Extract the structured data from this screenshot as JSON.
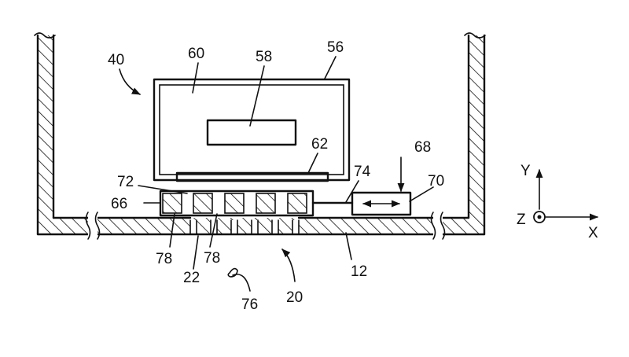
{
  "labels": {
    "l40": "40",
    "l60": "60",
    "l58": "58",
    "l56": "56",
    "l62": "62",
    "l72": "72",
    "l74": "74",
    "l68": "68",
    "l70": "70",
    "l66": "66",
    "l78a": "78",
    "l78b": "78",
    "l22": "22",
    "l20": "20",
    "l12": "12",
    "l76": "76"
  },
  "axes": {
    "y": "Y",
    "z": "Z",
    "x": "X"
  },
  "colors": {
    "line": "#111111",
    "background": "#ffffff"
  }
}
